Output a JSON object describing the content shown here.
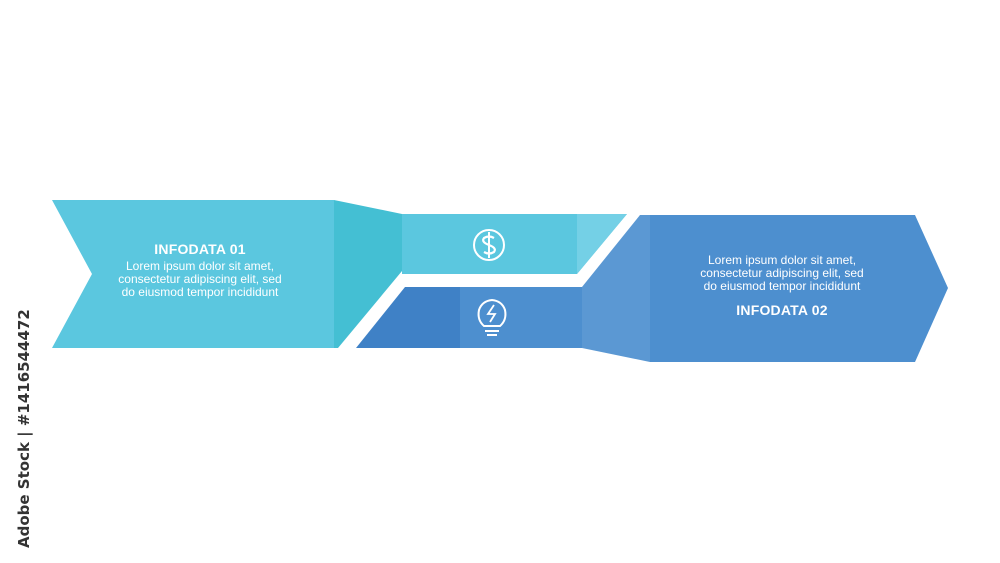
{
  "infodata_1": {
    "title": "INFODATA 01",
    "lines": [
      "Lorem ipsum dolor sit amet,",
      "consectetur adipiscing elit, sed",
      "do eiusmod tempor incididunt"
    ],
    "icon": "dollar-circle-icon"
  },
  "infodata_2": {
    "title": "INFODATA 02",
    "lines": [
      "Lorem ipsum dolor sit amet,",
      "consectetur adipiscing elit, sed",
      "do eiusmod tempor incididunt"
    ],
    "icon": "lightbulb-bolt-icon"
  },
  "credit": "Adobe Stock | #1416544472",
  "colors": {
    "cyan": "#5bc7df",
    "cyan_dark": "#44bfd3",
    "cyan_light": "#74d0e6",
    "blue": "#4d8fcf",
    "blue_dark": "#3f81c6",
    "blue_mid": "#5b98d3",
    "icon_stroke": "#ffffff"
  }
}
